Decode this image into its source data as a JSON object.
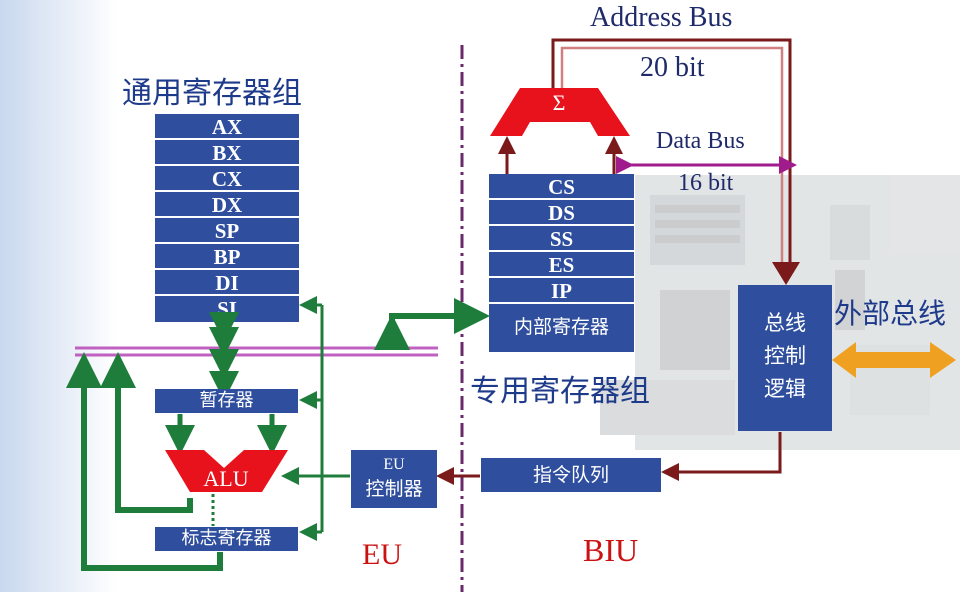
{
  "bus": {
    "address_label": "Address Bus",
    "address_width": "20 bit",
    "data_label": "Data Bus",
    "data_width": "16 bit"
  },
  "general_registers": {
    "title": "通用寄存器组",
    "items": [
      "AX",
      "BX",
      "CX",
      "DX",
      "SP",
      "BP",
      "DI",
      "SI"
    ]
  },
  "segment_registers": {
    "items": [
      "CS",
      "DS",
      "SS",
      "ES",
      "IP"
    ],
    "internal_label": "内部寄存器",
    "title": "专用寄存器组"
  },
  "adder_symbol": "Σ",
  "temp_register": "暂存器",
  "alu_label": "ALU",
  "flags_register": "标志寄存器",
  "eu_control": {
    "line1": "EU",
    "line2": "控制器"
  },
  "instruction_queue": "指令队列",
  "bus_control": {
    "line1": "总线",
    "line2": "控制",
    "line3": "逻辑"
  },
  "external_bus": "外部总线",
  "unit_labels": {
    "eu": "EU",
    "biu": "BIU"
  },
  "colors": {
    "register_blue": "#2f4f9e",
    "alu_red": "#e8121c",
    "green_path": "#1e7d3a",
    "maroon_path": "#7a1a1a",
    "purple_bus": "#a01c8c",
    "orange_arrow": "#f0a020",
    "unit_label_red": "#cc1111",
    "divider": "#6a2a6a"
  }
}
